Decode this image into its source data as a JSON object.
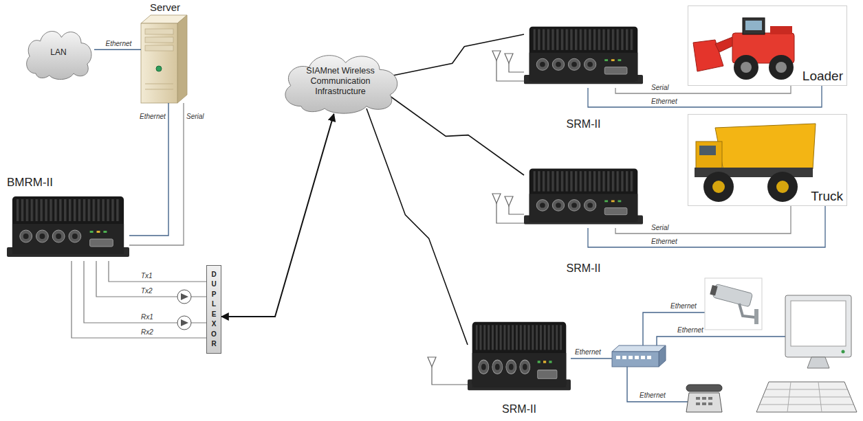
{
  "diagram": {
    "nodes": [
      {
        "text": [
          "LAN"
        ]
      },
      {
        "text": [
          "Server"
        ]
      },
      {
        "text": [
          "BMRM-II"
        ]
      },
      {
        "text": [
          "DUPLEXOR"
        ]
      },
      {
        "text": [
          "SIAMnet Wireless Communication Infrastructure"
        ]
      },
      {
        "text": [
          "SRM-II"
        ]
      },
      {
        "text": [
          "Loader"
        ]
      },
      {
        "text": [
          "SRM-II"
        ]
      },
      {
        "text": [
          "Truck"
        ]
      },
      {
        "text": [
          "SRM-II"
        ]
      }
    ],
    "edges": [
      {
        "from": 0,
        "to": 1,
        "arrow": "none",
        "label": "Ethernet"
      },
      {
        "from": 1,
        "to": 2,
        "arrow": "none",
        "label": "Ethernet"
      },
      {
        "from": 1,
        "to": 2,
        "arrow": "none",
        "label": "Serial"
      },
      {
        "from": 2,
        "to": 3,
        "arrow": "none",
        "label": "Tx1"
      },
      {
        "from": 2,
        "to": 3,
        "arrow": "none",
        "label": "Tx2"
      },
      {
        "from": 2,
        "to": 3,
        "arrow": "none",
        "label": "Rx1"
      },
      {
        "from": 2,
        "to": 3,
        "arrow": "none",
        "label": "Rx2"
      },
      {
        "from": 3,
        "to": 4,
        "arrow": "both"
      },
      {
        "from": 4,
        "to": 5,
        "arrow": "none"
      },
      {
        "from": 4,
        "to": 7,
        "arrow": "none"
      },
      {
        "from": 4,
        "to": 9,
        "arrow": "none"
      },
      {
        "from": 5,
        "to": 6,
        "arrow": "none",
        "label": "Serial"
      },
      {
        "from": 5,
        "to": 6,
        "arrow": "none",
        "label": "Ethernet"
      },
      {
        "from": 7,
        "to": 8,
        "arrow": "none",
        "label": "Serial"
      },
      {
        "from": 7,
        "to": 8,
        "arrow": "none",
        "label": "Ethernet"
      }
    ],
    "labels": [
      "Ethernet",
      "Ethernet",
      "Ethernet",
      "Ethernet"
    ]
  }
}
